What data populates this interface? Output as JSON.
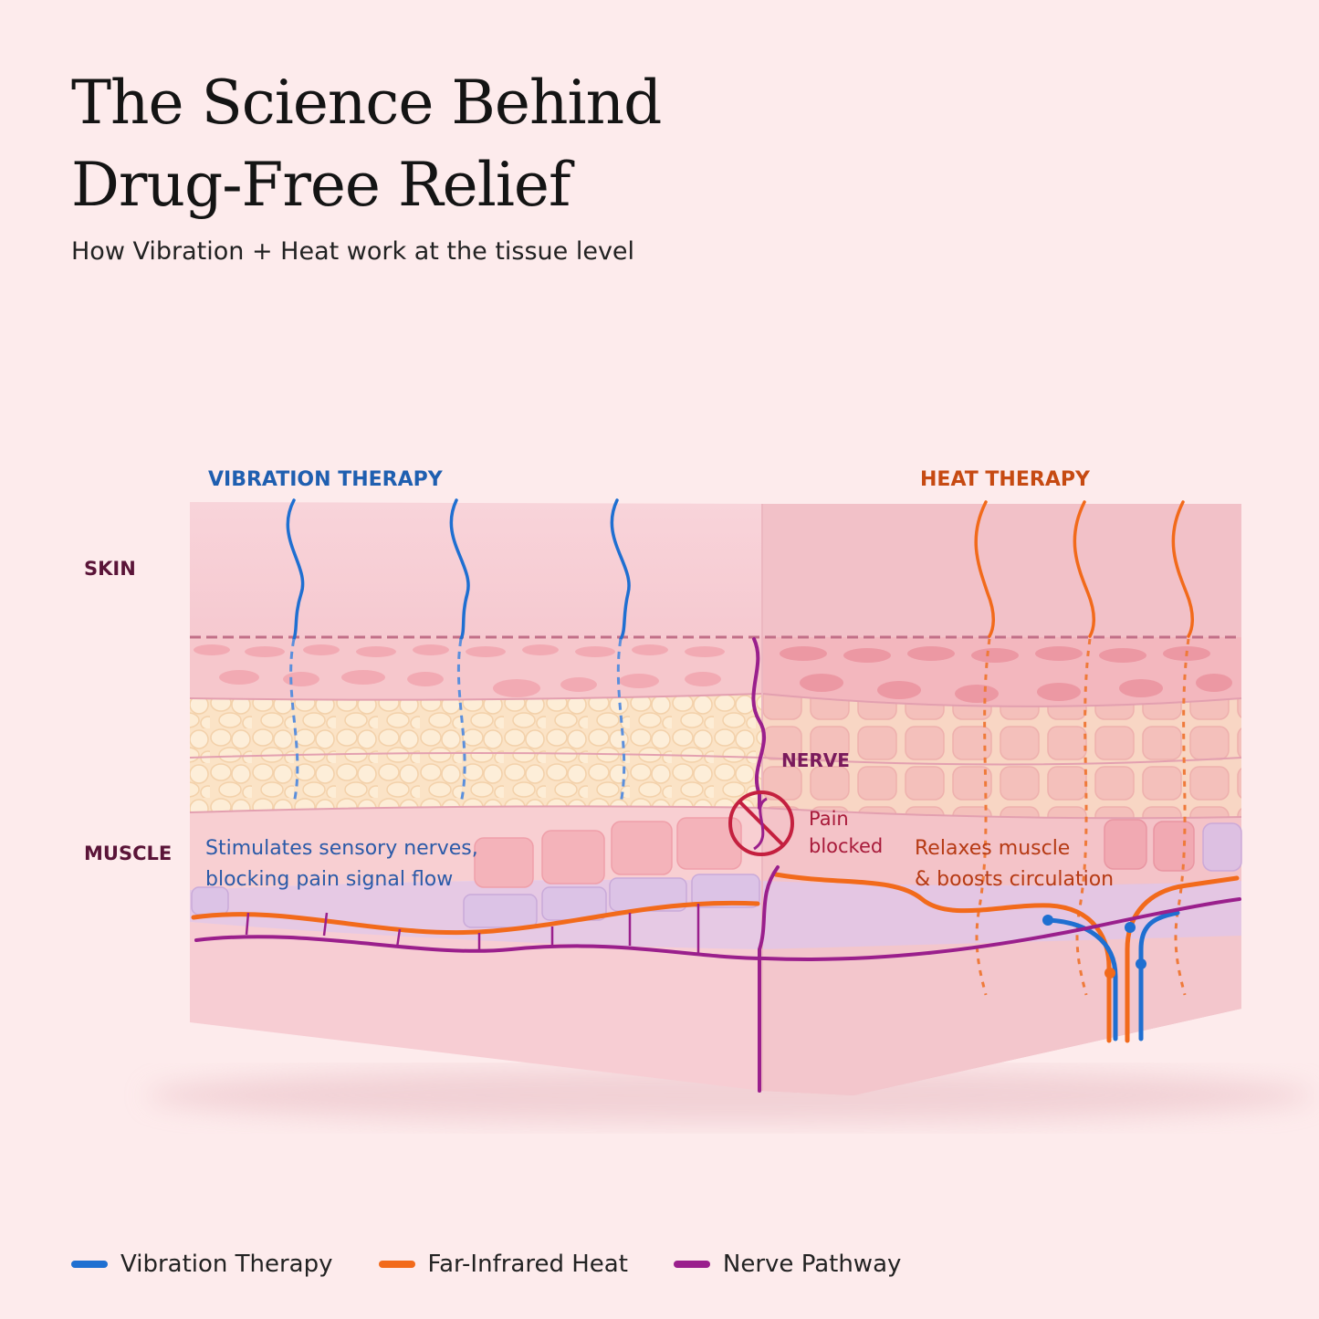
{
  "header": {
    "title_line1": "The Science Behind",
    "title_line2": "Drug-Free Relief",
    "subtitle": "How Vibration + Heat work at the tissue level"
  },
  "labels": {
    "vibration_therapy": "VIBRATION THERAPY",
    "heat_therapy": "HEAT THERAPY",
    "skin": "SKIN",
    "muscle": "MUSCLE",
    "nerve": "NERVE",
    "pain_line1": "Pain",
    "pain_line2": "blocked",
    "vibration_desc_line1": "Stimulates sensory nerves,",
    "vibration_desc_line2": "blocking pain signal flow",
    "heat_desc_line1": "Relaxes muscle",
    "heat_desc_line2": "& boosts circulation"
  },
  "legend": [
    {
      "label": "Vibration Therapy",
      "color": "#1f6fd1"
    },
    {
      "label": "Far-Infrared Heat",
      "color": "#f26a1b"
    },
    {
      "label": "Nerve Pathway",
      "color": "#9a1f8c"
    }
  ],
  "colors": {
    "vibration": "#1f6fd1",
    "heat": "#f26a1b",
    "nerve": "#9a1f8c",
    "pain_block": "#c4203f",
    "label_dark": "#5a1438"
  }
}
